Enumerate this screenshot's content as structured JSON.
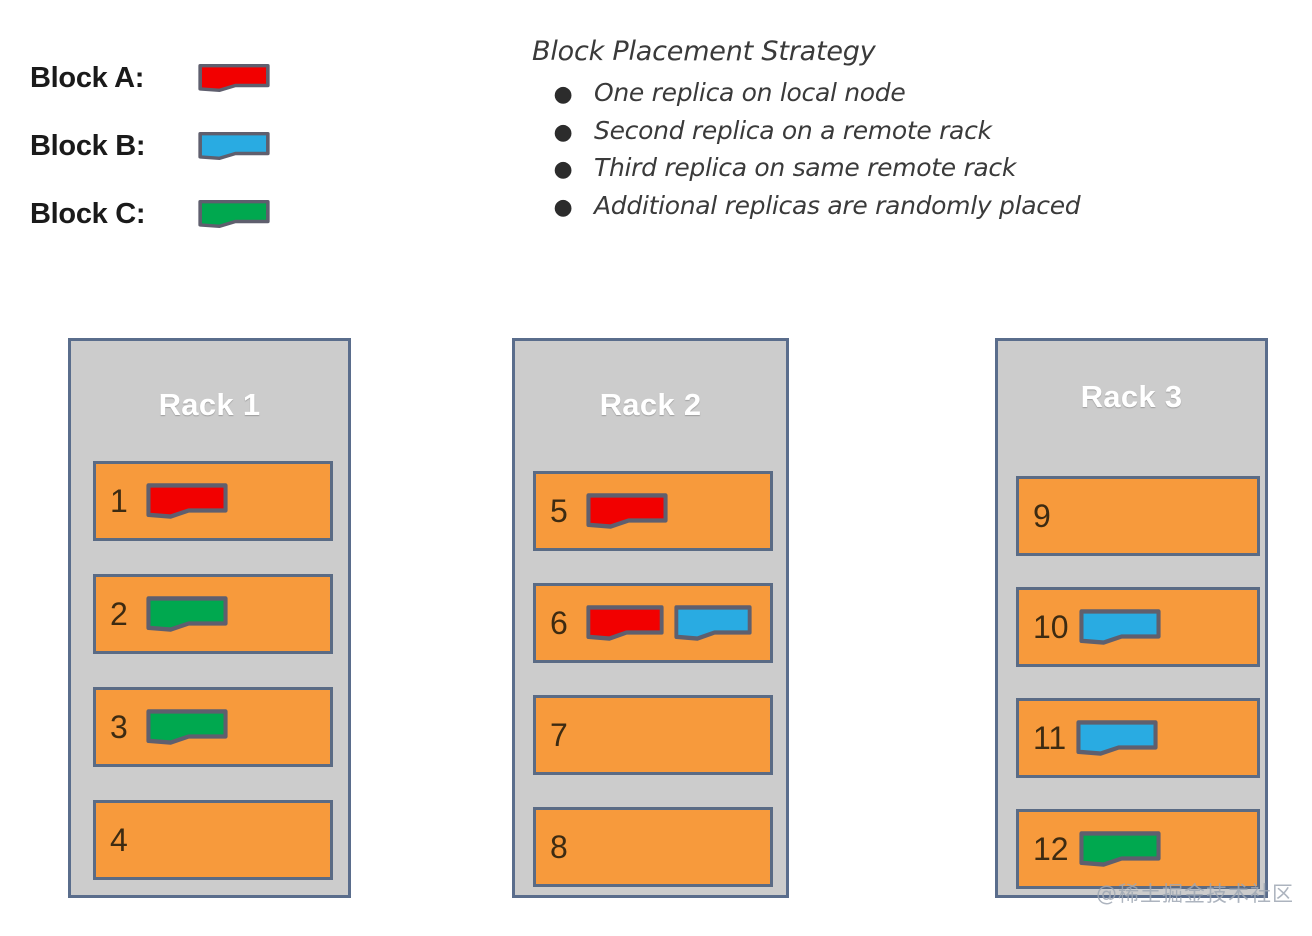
{
  "legend": {
    "items": [
      {
        "label": "Block A:",
        "color": "#f20000",
        "swatch_icon": "block-swatch-icon"
      },
      {
        "label": "Block B:",
        "color": "#29abe2",
        "swatch_icon": "block-swatch-icon"
      },
      {
        "label": "Block C:",
        "color": "#00a84f",
        "swatch_icon": "block-swatch-icon"
      }
    ]
  },
  "strategy": {
    "title": "Block Placement Strategy",
    "bullet_glyph": "●",
    "items": [
      "One replica on local node",
      "Second replica on a remote rack",
      "Third replica on same remote rack",
      " Additional replicas are randomly placed"
    ]
  },
  "colors": {
    "block_a": "#f20000",
    "block_b": "#29abe2",
    "block_c": "#00a84f",
    "node_fill": "#f79a3c",
    "node_border": "#5a6b85",
    "rack_fill": "#cccccc",
    "rack_border": "#5a6d8c",
    "rack_title": "#ffffff"
  },
  "racks": [
    {
      "title": "Rack 1",
      "nodes": [
        {
          "id": "1",
          "blocks": [
            "block_a"
          ]
        },
        {
          "id": "2",
          "blocks": [
            "block_c"
          ]
        },
        {
          "id": "3",
          "blocks": [
            "block_c"
          ]
        },
        {
          "id": "4",
          "blocks": []
        }
      ]
    },
    {
      "title": "Rack 2",
      "nodes": [
        {
          "id": "5",
          "blocks": [
            "block_a"
          ]
        },
        {
          "id": "6",
          "blocks": [
            "block_a",
            "block_b"
          ]
        },
        {
          "id": "7",
          "blocks": []
        },
        {
          "id": "8",
          "blocks": []
        }
      ]
    },
    {
      "title": "Rack 3",
      "nodes": [
        {
          "id": "9",
          "blocks": []
        },
        {
          "id": "10",
          "blocks": [
            "block_b"
          ]
        },
        {
          "id": "11",
          "blocks": [
            "block_b"
          ]
        },
        {
          "id": "12",
          "blocks": [
            "block_c"
          ]
        }
      ]
    }
  ],
  "watermark": "@稀土掘金技术社区"
}
